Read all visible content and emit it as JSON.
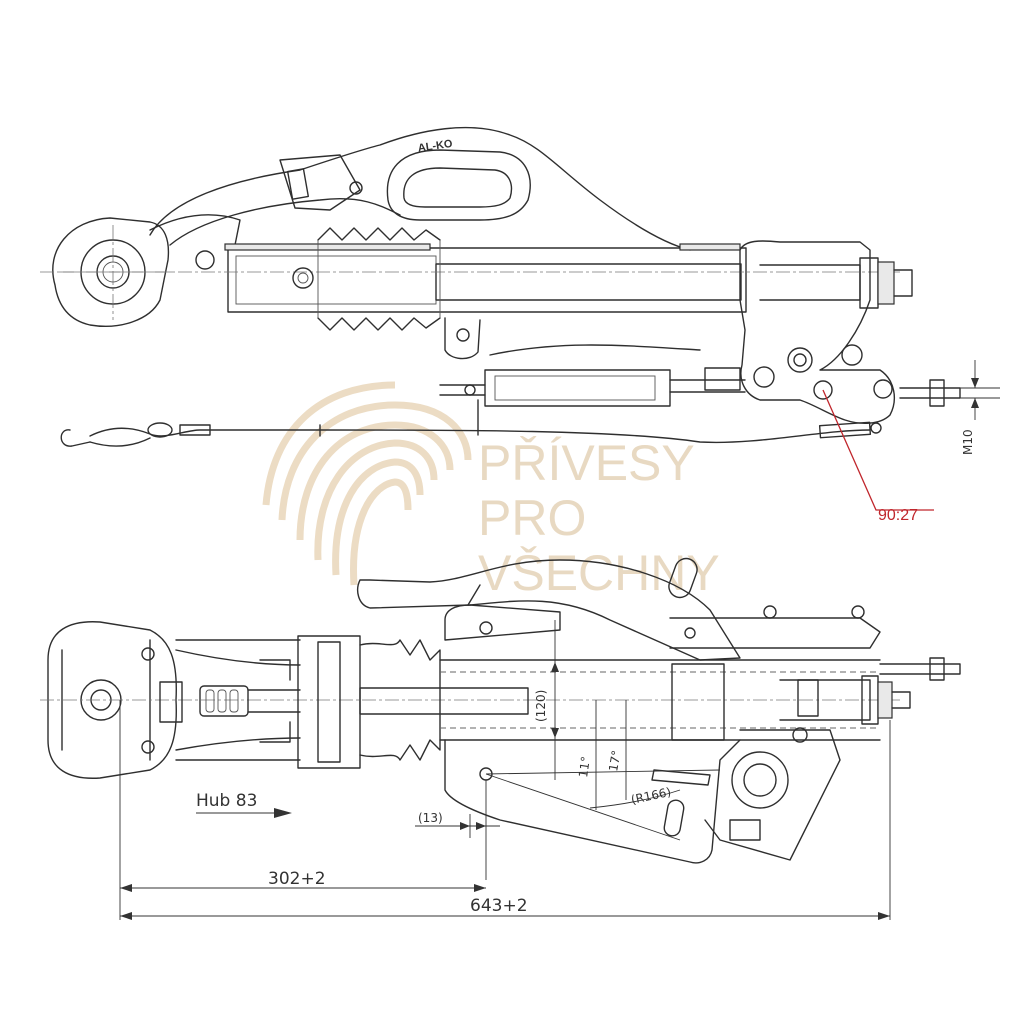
{
  "brand_mark": "AL-KO",
  "watermark": {
    "lines": [
      "PŘÍVESY",
      "PRO",
      "VŠECHNY"
    ],
    "color": "#e8d9c2"
  },
  "callout": {
    "label": "90:27",
    "color": "#c0262c"
  },
  "thread_label": "M10",
  "stroke_label": "Hub 83",
  "dimensions": {
    "d120": "(120)",
    "angle_11": "11°",
    "angle_17": "17°",
    "radius": "(R166)",
    "d13": "(13)",
    "d302": "302+2",
    "d643": "643+2"
  }
}
